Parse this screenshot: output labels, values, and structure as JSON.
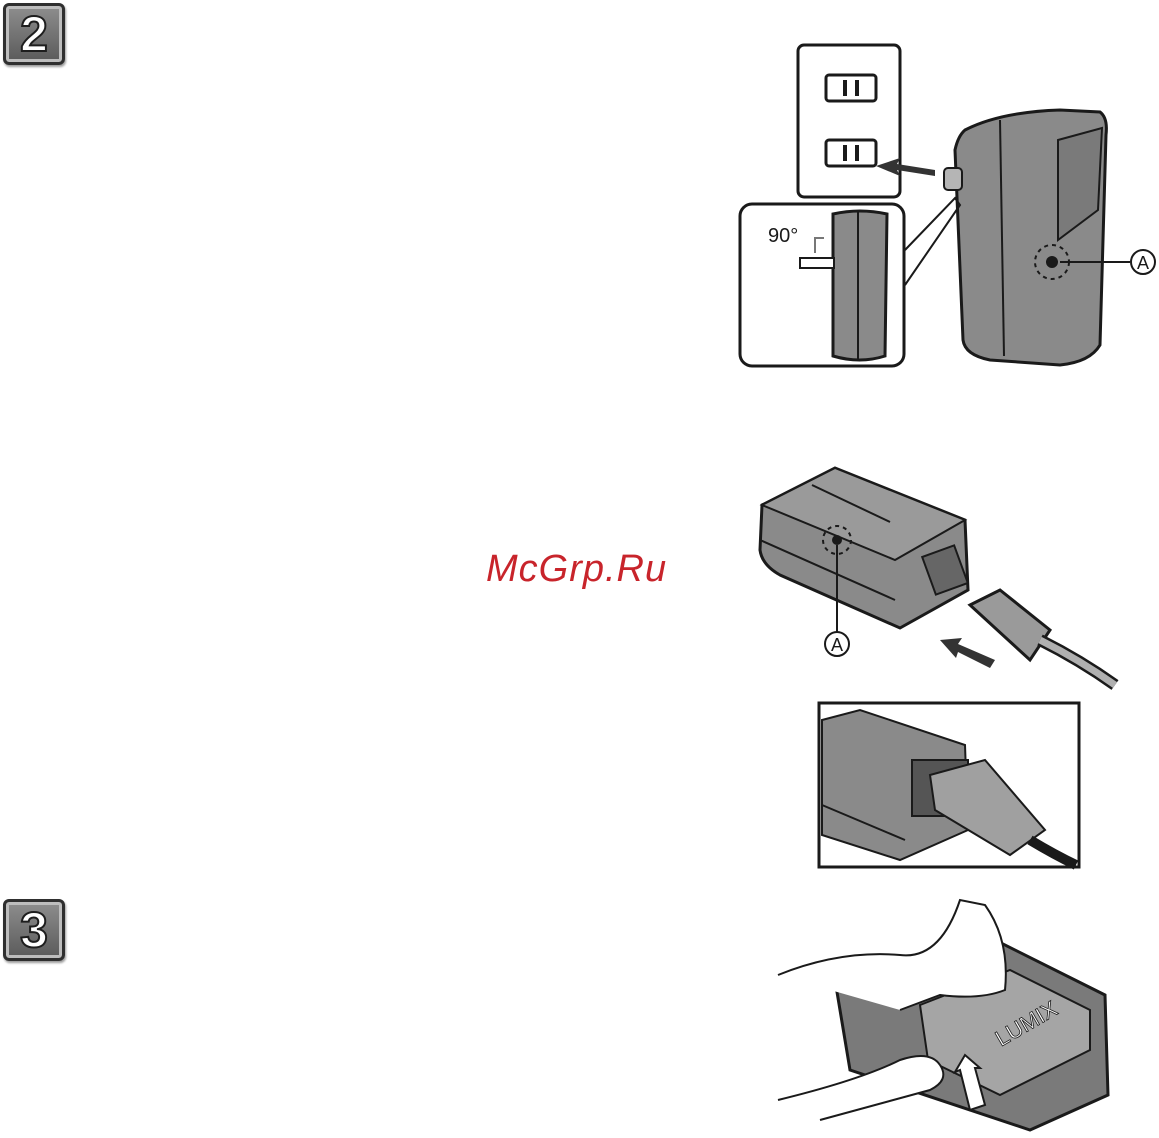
{
  "steps": [
    {
      "number": "2"
    },
    {
      "number": "3"
    }
  ],
  "watermark": "McGrp.Ru",
  "figure1": {
    "angle_label": "90°",
    "callout": "A"
  },
  "figure2": {
    "callout": "A"
  },
  "figure4": {
    "battery_brand": "LUMIX"
  }
}
